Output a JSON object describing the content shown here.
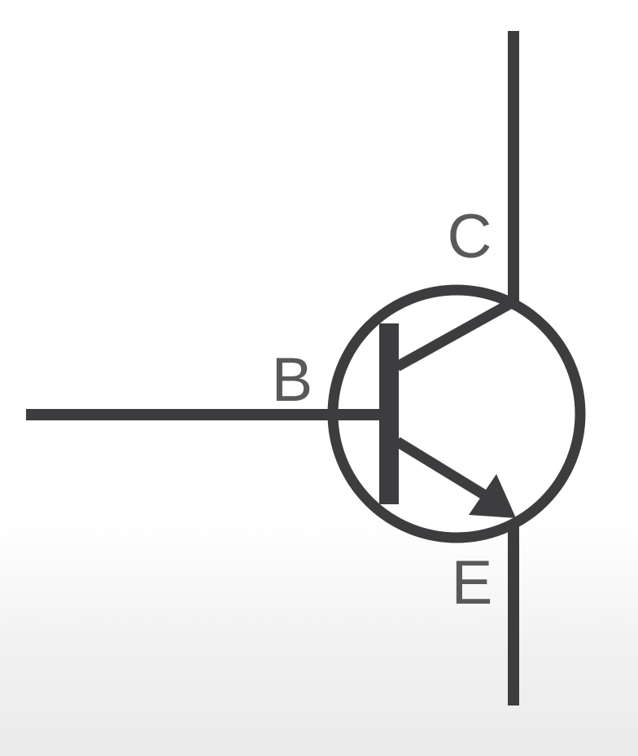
{
  "diagram": {
    "labels": {
      "collector": "C",
      "base": "B",
      "emitter": "E"
    },
    "colors": {
      "stroke": "#3d3d3f",
      "label": "#59595b",
      "background": "#ffffff"
    }
  }
}
